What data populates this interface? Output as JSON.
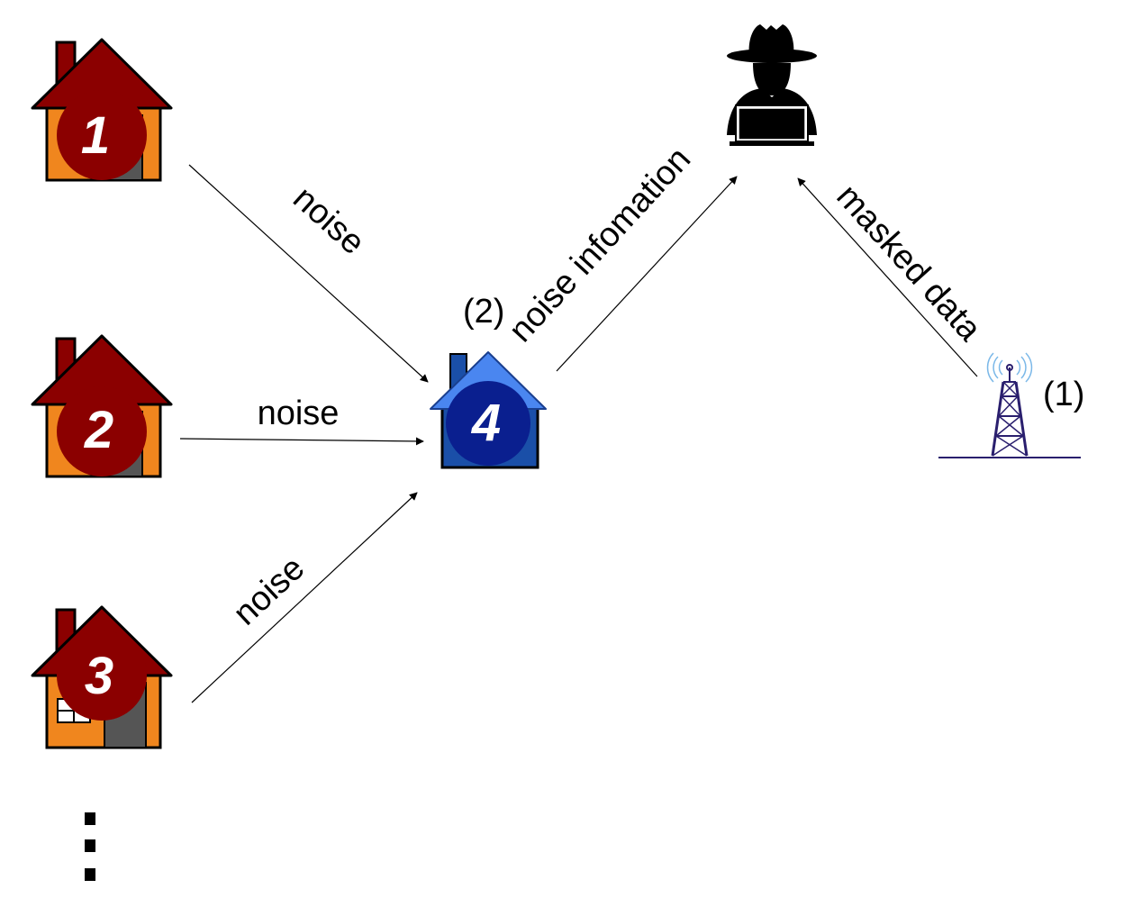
{
  "houses": [
    {
      "number": "1"
    },
    {
      "number": "2"
    },
    {
      "number": "3"
    },
    {
      "number": "4"
    }
  ],
  "edges": {
    "house1_to_aggregator": "noise",
    "house2_to_aggregator": "noise",
    "house3_to_aggregator": "noise",
    "aggregator_to_attacker": "noise infomation",
    "tower_to_attacker": "masked data"
  },
  "steps": {
    "tower": "(1)",
    "aggregator": "(2)"
  },
  "colors": {
    "house_roof": "#8b0000",
    "house_body": "#f0861e",
    "house_door": "#555555",
    "house_badge": "#8b0000",
    "aggregator_roof": "#4a86f0",
    "aggregator_body": "#1a4fa8",
    "aggregator_badge": "#0a1f8f",
    "tower": "#2a1f6e",
    "tower_waves": "#7bb8e8",
    "attacker": "#000000"
  },
  "icons": {
    "attacker": "hacker-icon",
    "tower": "cell-tower-icon",
    "house": "house-icon",
    "more": "vertical-ellipsis"
  }
}
